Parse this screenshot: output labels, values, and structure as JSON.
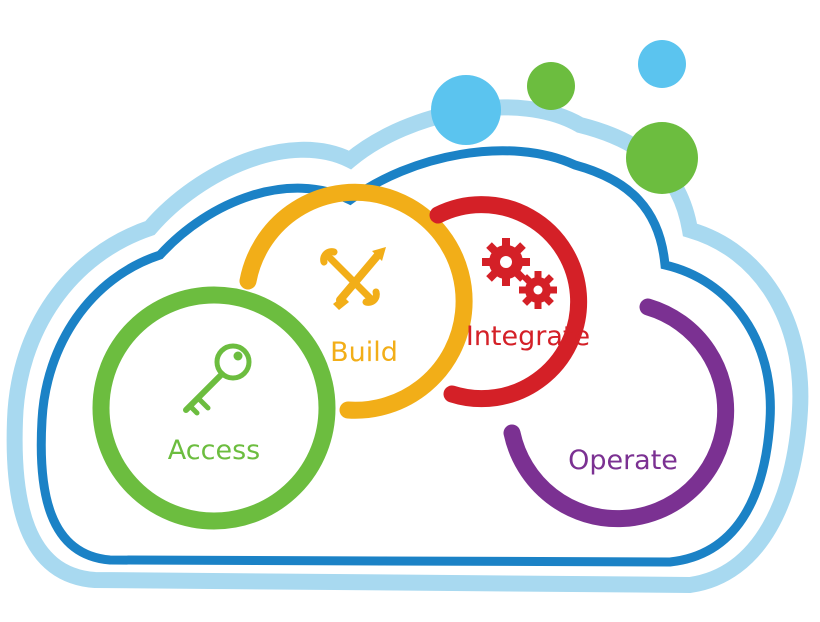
{
  "colors": {
    "cloud_outer": "#a8d9f0",
    "cloud_inner": "#1b82c6",
    "access": "#6cbd3f",
    "build": "#f2ae18",
    "integrate": "#d42027",
    "operate": "#7b3192",
    "bubble_blue": "#5bc4ef",
    "bubble_green": "#6cbd3f"
  },
  "stages": {
    "access": {
      "label": "Access",
      "icon": "key-icon"
    },
    "build": {
      "label": "Build",
      "icon": "wrench-screwdriver-icon"
    },
    "integrate": {
      "label": "Integrate",
      "icon": "gears-icon"
    },
    "operate": {
      "label": "Operate",
      "icon": "none"
    }
  },
  "bubbles": [
    "blue",
    "green",
    "blue",
    "green"
  ]
}
